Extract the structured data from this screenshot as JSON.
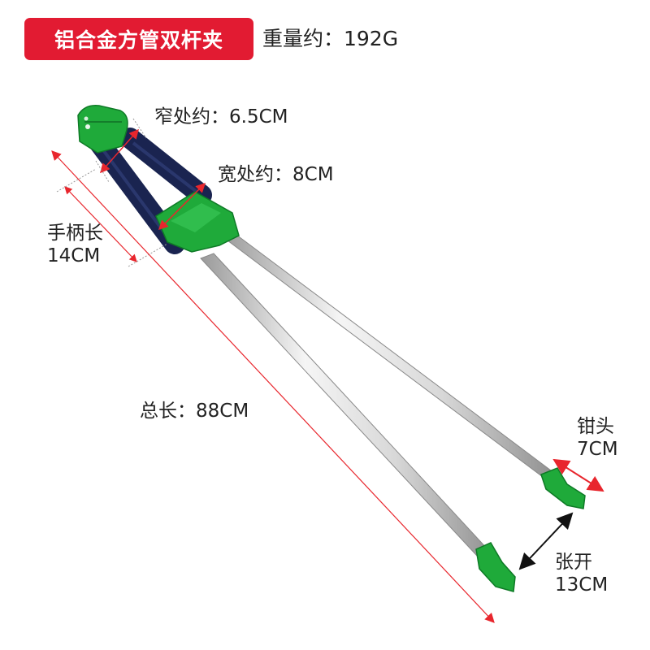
{
  "title": "铝合金方管双杆夹",
  "weight": "重量约：192G",
  "dimensions": {
    "narrow": "窄处约：6.5CM",
    "wide": "宽处约：8CM",
    "handle_line1": "手柄长",
    "handle_line2": "14CM",
    "total": "总长：88CM",
    "head_line1": "钳头",
    "head_line2": "7CM",
    "open_line1": "张开",
    "open_line2": "13CM"
  },
  "colors": {
    "badge": "#e21b32",
    "plastic_green": "#1faa3a",
    "grip_navy": "#1a2450",
    "arrow_red": "#e8262d",
    "arrow_black": "#111111"
  }
}
